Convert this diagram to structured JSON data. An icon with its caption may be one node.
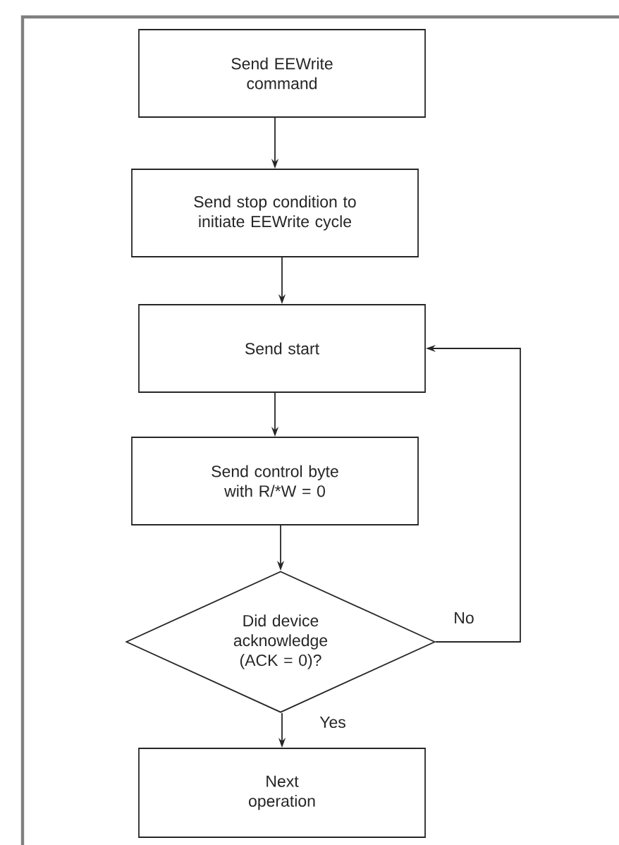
{
  "diagram": {
    "nodes": [
      {
        "text": [
          "Send EEWrite command"
        ]
      },
      {
        "text": [
          "Send stop condition to initiate EEWrite cycle"
        ]
      },
      {
        "text": [
          "Send start"
        ]
      },
      {
        "text": [
          "Send control byte with R/*W = 0"
        ]
      },
      {
        "text": [
          "Did device acknowledge (ACK = 0)?"
        ]
      },
      {
        "text": [
          "Next operation"
        ]
      }
    ],
    "edges": [
      {
        "from": 0,
        "to": 1,
        "arrow": "to"
      },
      {
        "from": 1,
        "to": 2,
        "arrow": "to"
      },
      {
        "from": 2,
        "to": 3,
        "arrow": "to"
      },
      {
        "from": 3,
        "to": 4,
        "arrow": "to"
      },
      {
        "from": 4,
        "to": 5,
        "arrow": "to",
        "label": "Yes"
      },
      {
        "from": 4,
        "to": 2,
        "arrow": "to",
        "label": "No"
      }
    ]
  }
}
